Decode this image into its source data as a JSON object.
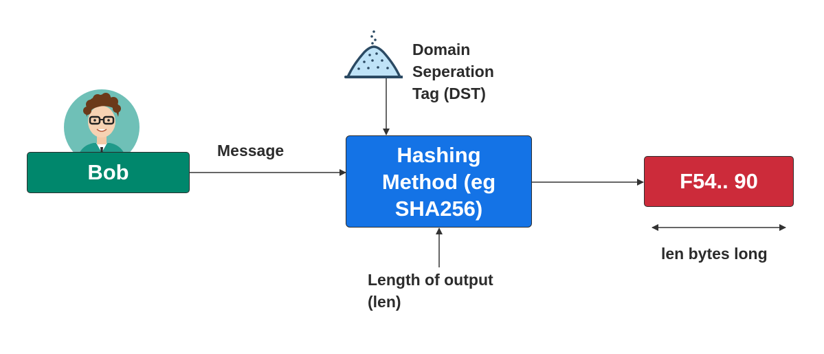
{
  "nodes": {
    "bob": {
      "label": "Bob",
      "color": "#00876c"
    },
    "hashing": {
      "line1": "Hashing",
      "line2": "Method (eg",
      "line3": "SHA256)",
      "color": "#1473e6"
    },
    "output": {
      "label": "F54.. 90",
      "color": "#cc2b3a"
    }
  },
  "labels": {
    "message": "Message",
    "dst": {
      "line1": "Domain",
      "line2": "Seperation",
      "line3": "Tag (DST)"
    },
    "length": {
      "line1": "Length of output",
      "line2": "(len)"
    },
    "len_bytes": "len bytes long"
  },
  "icons": {
    "person": "avatar-icon",
    "salt": "salt-pile-icon"
  }
}
